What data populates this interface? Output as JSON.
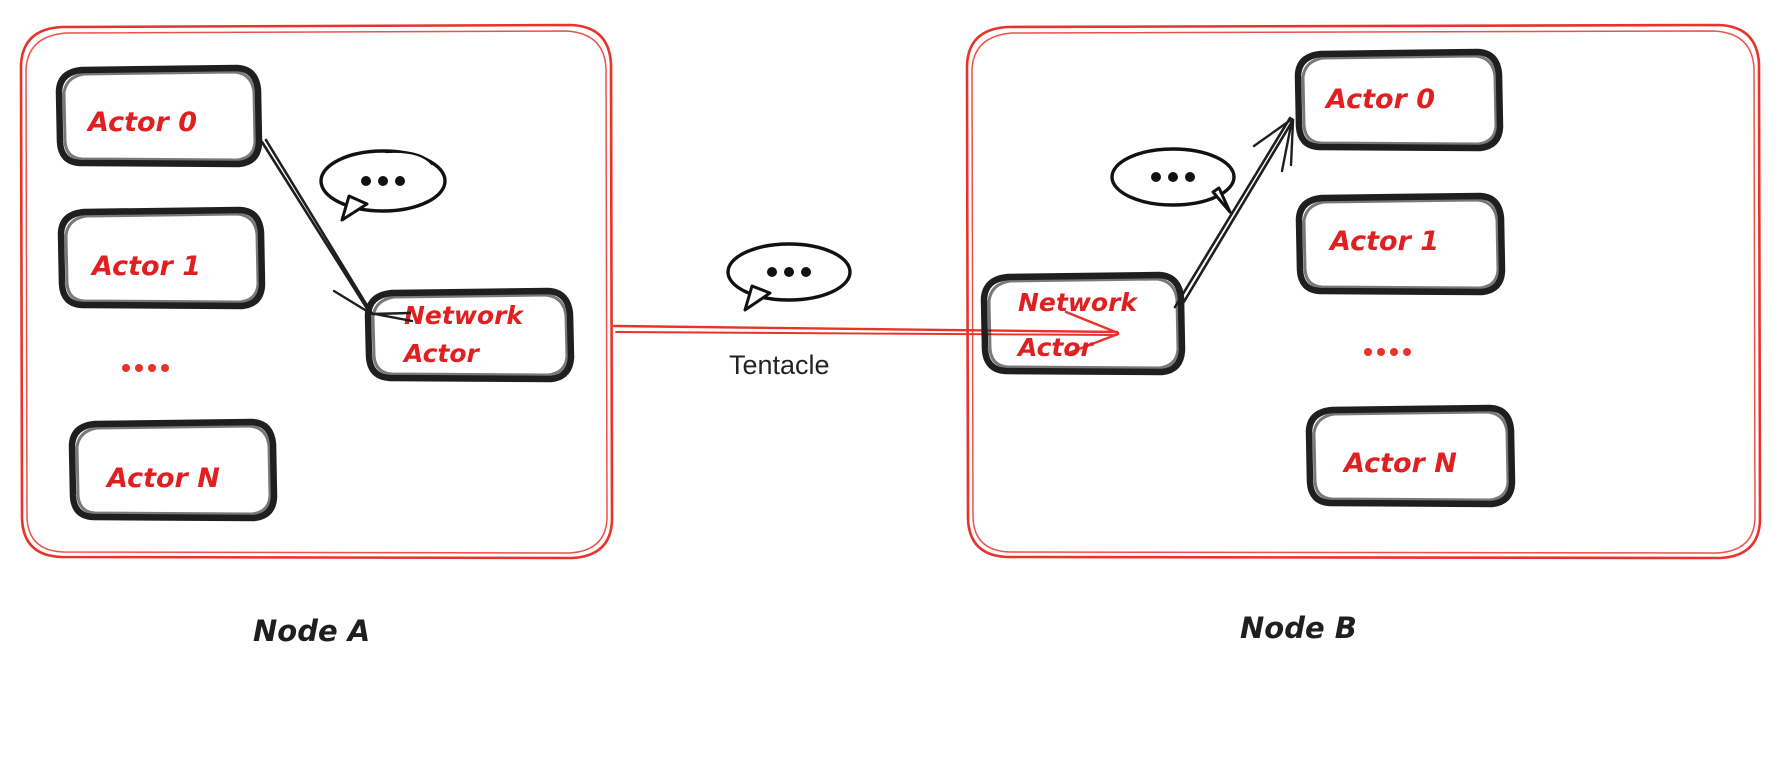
{
  "diagram": {
    "title": "Distributed actor system with Tentacle link",
    "colors": {
      "accent_red": "#e8322a",
      "text_red": "#e02020",
      "ink_black": "#1f1f1f",
      "background": "#ffffff"
    }
  },
  "nodes": [
    {
      "id": "node-a",
      "label": "Node A",
      "actors": [
        {
          "id": "a-actor-0",
          "label": "Actor 0"
        },
        {
          "id": "a-actor-1",
          "label": "Actor 1"
        },
        {
          "id": "a-ellipsis",
          "label": "...."
        },
        {
          "id": "a-actor-n",
          "label": "Actor N"
        }
      ],
      "network_actor": {
        "id": "a-network-actor",
        "line1": "Network",
        "line2": "Actor"
      },
      "thought_bubble": {
        "id": "a-bubble",
        "label": "..."
      }
    },
    {
      "id": "node-b",
      "label": "Node B",
      "actors": [
        {
          "id": "b-actor-0",
          "label": "Actor 0"
        },
        {
          "id": "b-actor-1",
          "label": "Actor 1"
        },
        {
          "id": "b-ellipsis",
          "label": "...."
        },
        {
          "id": "b-actor-n",
          "label": "Actor N"
        }
      ],
      "network_actor": {
        "id": "b-network-actor",
        "line1": "Network",
        "line2": "Actor"
      },
      "thought_bubble": {
        "id": "b-bubble",
        "label": "..."
      }
    }
  ],
  "link": {
    "id": "tentacle-link",
    "label": "Tentacle",
    "direction": "node-a -> node-b",
    "bubble": {
      "id": "link-bubble",
      "label": "..."
    }
  }
}
